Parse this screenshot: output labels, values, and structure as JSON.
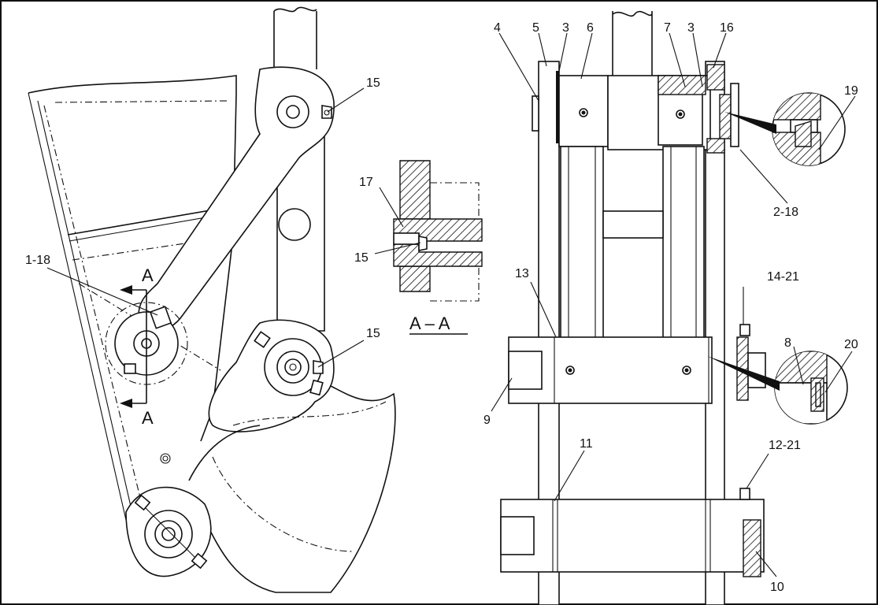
{
  "view_left": {
    "labels": {
      "lbl15a": "15",
      "lbl15b": "15",
      "lbl118": "1-18",
      "lblA1": "A",
      "lblA2": "A"
    }
  },
  "section_aa": {
    "title": "A – A",
    "labels": {
      "lbl17": "17",
      "lbl15": "15"
    }
  },
  "view_right": {
    "labels": {
      "lbl4": "4",
      "lbl5": "5",
      "lbl3a": "3",
      "lbl6": "6",
      "lbl7": "7",
      "lbl3b": "3",
      "lbl16": "16",
      "lbl19": "19",
      "lbl218": "2-18",
      "lbl13": "13",
      "lbl1421": "14-21",
      "lbl8": "8",
      "lbl20": "20",
      "lbl9": "9",
      "lbl11": "11",
      "lbl1221": "12-21",
      "lbl10": "10"
    }
  }
}
